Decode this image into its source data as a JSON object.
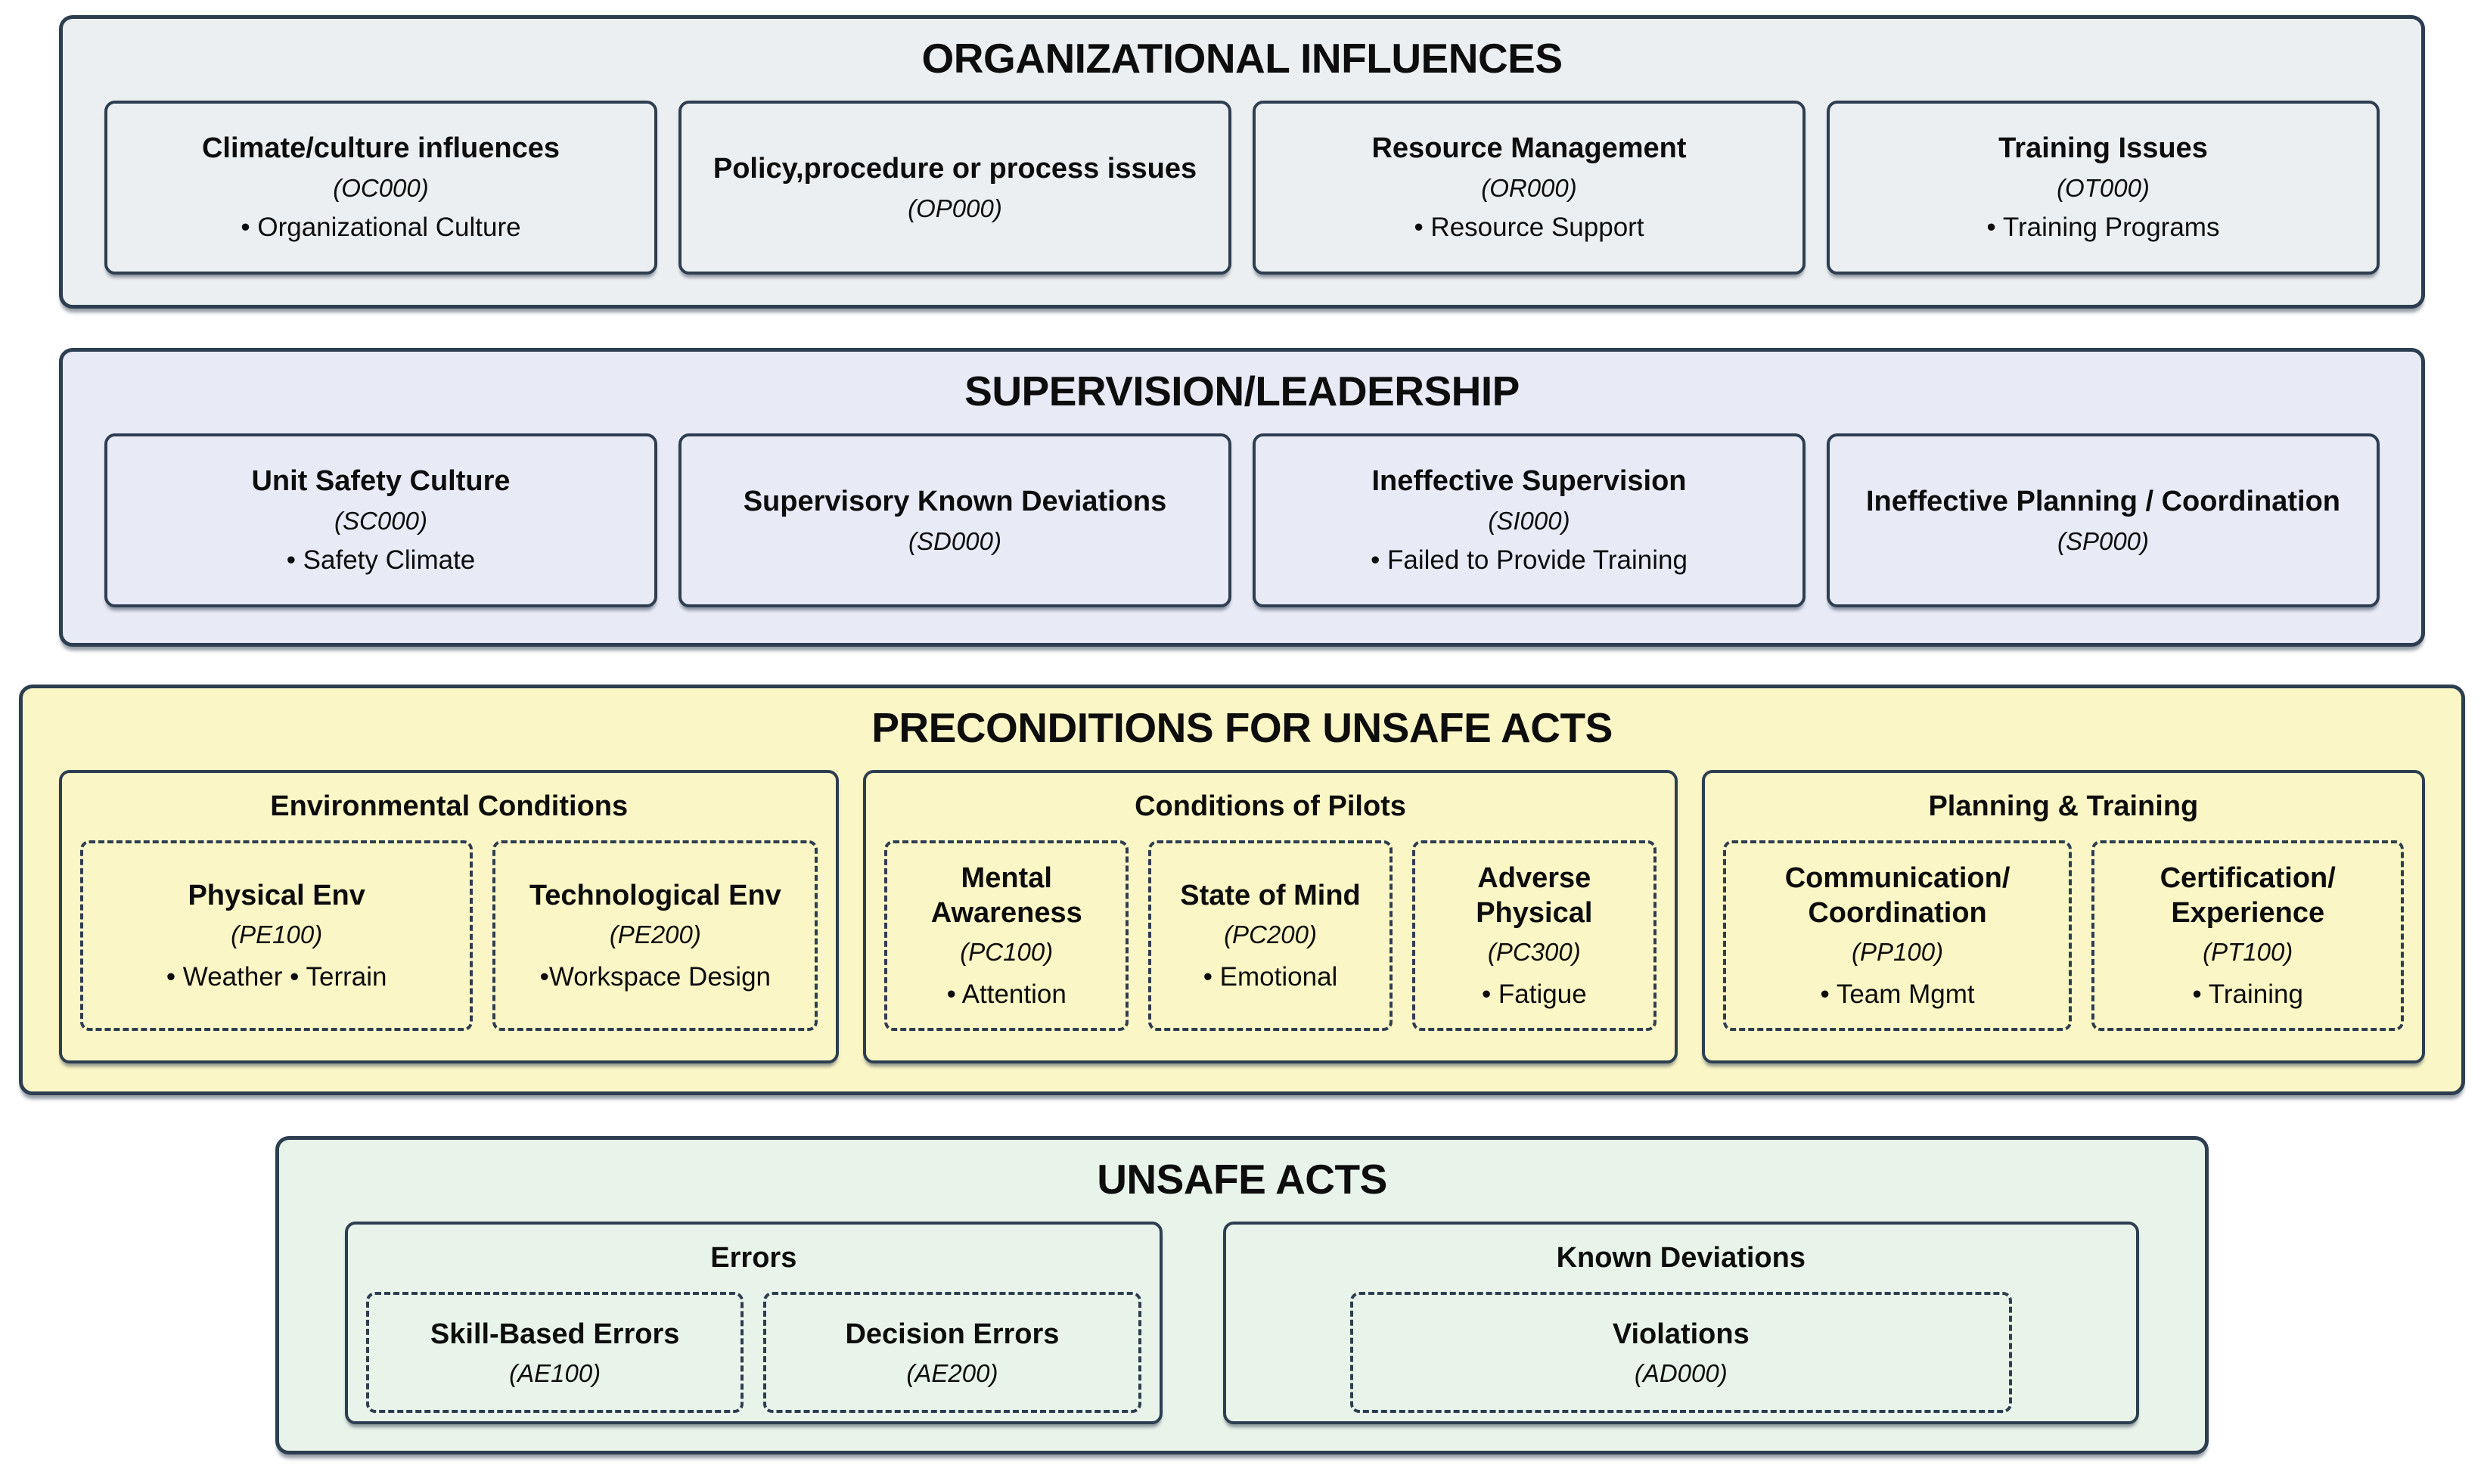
{
  "colors": {
    "border": "#2d3e50",
    "tier_organizational_bg": "#eceff1",
    "tier_supervision_bg": "#e8eaf6",
    "tier_preconditions_bg": "#fbf6c5",
    "tier_unsafe_acts_bg": "#e8f4ea"
  },
  "tiers": [
    {
      "title": "ORGANIZATIONAL INFLUENCES",
      "boxes": [
        {
          "title": "Climate/culture influences",
          "code": "(OC000)",
          "bullets": [
            "• Organizational Culture"
          ]
        },
        {
          "title": "Policy,procedure or process issues",
          "code": "(OP000)",
          "bullets": []
        },
        {
          "title": "Resource Management",
          "code": "(OR000)",
          "bullets": [
            "• Resource Support"
          ]
        },
        {
          "title": "Training Issues",
          "code": "(OT000)",
          "bullets": [
            "• Training Programs"
          ]
        }
      ]
    },
    {
      "title": "SUPERVISION/LEADERSHIP",
      "boxes": [
        {
          "title": "Unit Safety Culture",
          "code": "(SC000)",
          "bullets": [
            "• Safety Climate"
          ]
        },
        {
          "title": "Supervisory Known Deviations",
          "code": "(SD000)",
          "bullets": []
        },
        {
          "title": "Ineffective Supervision",
          "code": "(SI000)",
          "bullets": [
            "• Failed to Provide Training"
          ]
        },
        {
          "title": "Ineffective Planning / Coordination",
          "code": "(SP000)",
          "bullets": []
        }
      ]
    },
    {
      "title": "PRECONDITIONS FOR UNSAFE ACTS",
      "groups": [
        {
          "title": "Environmental Conditions",
          "boxes": [
            {
              "title": "Physical Env",
              "code": "(PE100)",
              "bullets": [
                "• Weather • Terrain"
              ]
            },
            {
              "title": "Technological Env",
              "code": "(PE200)",
              "bullets": [
                "•Workspace Design"
              ]
            }
          ]
        },
        {
          "title": "Conditions of Pilots",
          "boxes": [
            {
              "title": "Mental Awareness",
              "code": "(PC100)",
              "bullets": [
                "• Attention"
              ]
            },
            {
              "title": "State of Mind",
              "code": "(PC200)",
              "bullets": [
                "• Emotional"
              ]
            },
            {
              "title": "Adverse Physical",
              "code": "(PC300)",
              "bullets": [
                "• Fatigue"
              ]
            }
          ]
        },
        {
          "title": "Planning & Training",
          "boxes": [
            {
              "title": "Communication/ Coordination",
              "code": "(PP100)",
              "bullets": [
                "• Team Mgmt"
              ]
            },
            {
              "title": "Certification/ Experience",
              "code": "(PT100)",
              "bullets": [
                "• Training"
              ]
            }
          ]
        }
      ]
    },
    {
      "title": "UNSAFE ACTS",
      "groups": [
        {
          "title": "Errors",
          "boxes": [
            {
              "title": "Skill-Based Errors",
              "code": "(AE100)",
              "bullets": []
            },
            {
              "title": "Decision Errors",
              "code": "(AE200)",
              "bullets": []
            }
          ]
        },
        {
          "title": "Known Deviations",
          "boxes": [
            {
              "title": "Violations",
              "code": "(AD000)",
              "bullets": []
            }
          ]
        }
      ]
    }
  ]
}
